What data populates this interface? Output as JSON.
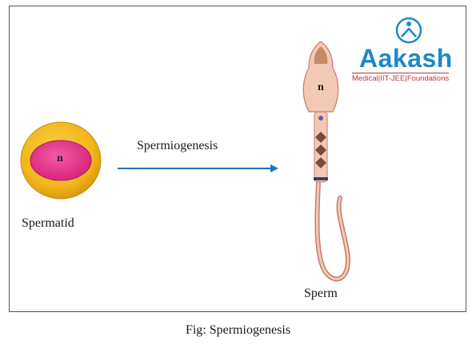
{
  "labels": {
    "cell_nucleus_spermatid": "n",
    "cell_nucleus_sperm": "n",
    "spermatid": "Spermatid",
    "process": "Spermiogenesis",
    "sperm": "Sperm"
  },
  "logo": {
    "name": "Aakash",
    "tagline": "Medical|IIT-JEE|Foundations"
  },
  "caption": "Fig: Spermiogenesis",
  "colors": {
    "spermatid_outer": "#f2b61b",
    "spermatid_nucleus": "#e8338a",
    "arrow": "#1f73b7",
    "sperm_body": "#f3c9b4",
    "sperm_outline": "#c67b6e",
    "logo_blue": "#1f88c9",
    "logo_red": "#b33a3a"
  }
}
